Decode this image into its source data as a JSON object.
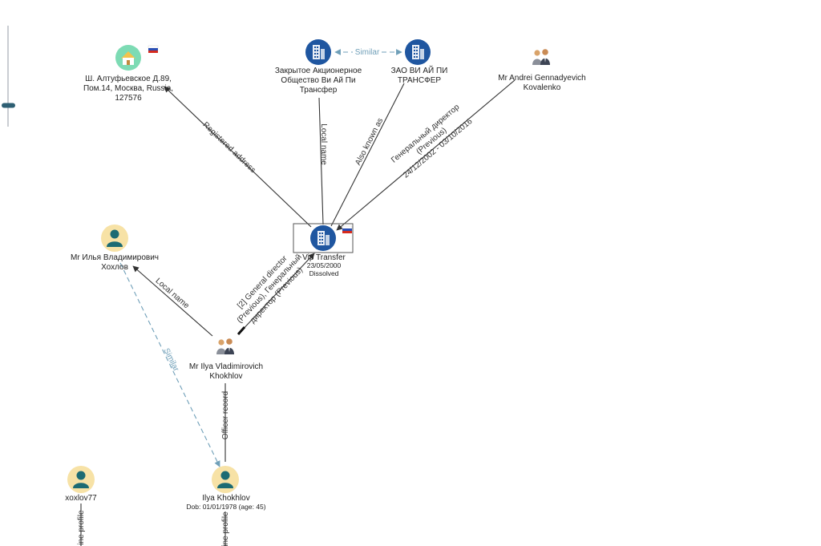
{
  "colors": {
    "company": "#1f56a0",
    "person_bg": "#f7e2a6",
    "person_fg": "#1c6b73",
    "address_bg": "#7ddbb4",
    "edge": "#333333",
    "similar": "#6f9fb8"
  },
  "zoom_slider": {
    "level": 0.21
  },
  "nodes": {
    "address": {
      "line1": "Ш. Алтуфьевское Д.89,",
      "line2": "Пом.14, Москва, Russia,",
      "line3": "127576",
      "icon": "house-icon",
      "flag": "russia-flag"
    },
    "zao_long": {
      "line1": "Закрытое Акционерное",
      "line2": "Общество Ви Ай Пи",
      "line3": "Трансфер",
      "icon": "building-icon"
    },
    "zao_short": {
      "line1": "ЗАО ВИ АЙ ПИ",
      "line2": "ТРАНСФЕР",
      "icon": "building-icon"
    },
    "kovalenko": {
      "line1": "Mr Andrei Gennadyevich",
      "line2": "Kovalenko",
      "icon": "people-icon"
    },
    "vip": {
      "line1": "Vip Transfer",
      "line2": "23/05/2000",
      "line3": "Dissolved",
      "icon": "building-icon",
      "flag": "russia-flag"
    },
    "khokhlov_ru": {
      "line1": "Mr Илья Владимирович",
      "line2": "Хохлов",
      "icon": "person-icon"
    },
    "khokhlov_en": {
      "line1": "Mr Ilya Vladimirovich",
      "line2": "Khokhlov",
      "icon": "people-icon"
    },
    "xoxlov77": {
      "line1": "xoxlov77",
      "icon": "person-icon"
    },
    "ilya": {
      "line1": "Ilya Khokhlov",
      "line2": "Dob: 01/01/1978 (age: 45)",
      "icon": "person-icon"
    }
  },
  "edges": {
    "similar_top": "Similar",
    "registered": "Registered address",
    "local_top": "Local name",
    "aka": "Also known as",
    "gd_line1": "Генеральный директор",
    "gd_line2": "(Previous)",
    "gd_line3": "24/12/2002 - 03/10/2016",
    "local_left": "Local name",
    "gdir_line1": "[2] General director",
    "gdir_line2": "(Previous), Генеральный",
    "gdir_line3": "директор (Previous)",
    "similar_left": "Similar",
    "officer": "Officer record",
    "online_left": "ine profile",
    "online_right": "ine profile"
  }
}
